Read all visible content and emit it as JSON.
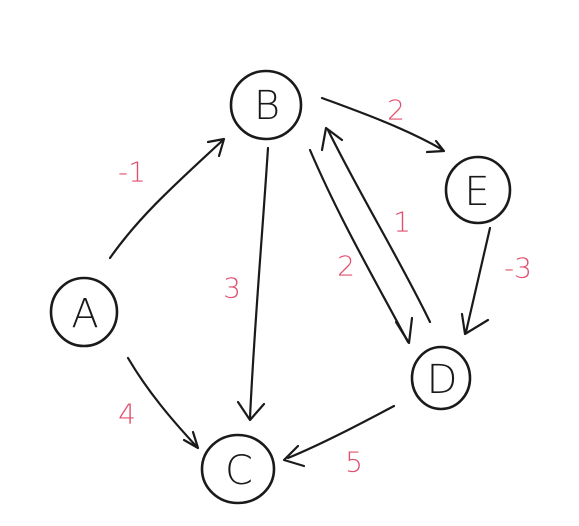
{
  "colors": {
    "ink": "#1a1a1a",
    "weight": "#e0506e"
  },
  "graph": {
    "nodes": [
      {
        "id": "A",
        "label": "A"
      },
      {
        "id": "B",
        "label": "B"
      },
      {
        "id": "C",
        "label": "C"
      },
      {
        "id": "D",
        "label": "D"
      },
      {
        "id": "E",
        "label": "E"
      }
    ],
    "edges": [
      {
        "from": "A",
        "to": "B",
        "weight": "-1"
      },
      {
        "from": "A",
        "to": "C",
        "weight": "4"
      },
      {
        "from": "B",
        "to": "C",
        "weight": "3"
      },
      {
        "from": "B",
        "to": "E",
        "weight": "2"
      },
      {
        "from": "B",
        "to": "D",
        "weight": "2"
      },
      {
        "from": "D",
        "to": "B",
        "weight": "1"
      },
      {
        "from": "E",
        "to": "D",
        "weight": "-3"
      },
      {
        "from": "D",
        "to": "C",
        "weight": "5"
      }
    ]
  }
}
